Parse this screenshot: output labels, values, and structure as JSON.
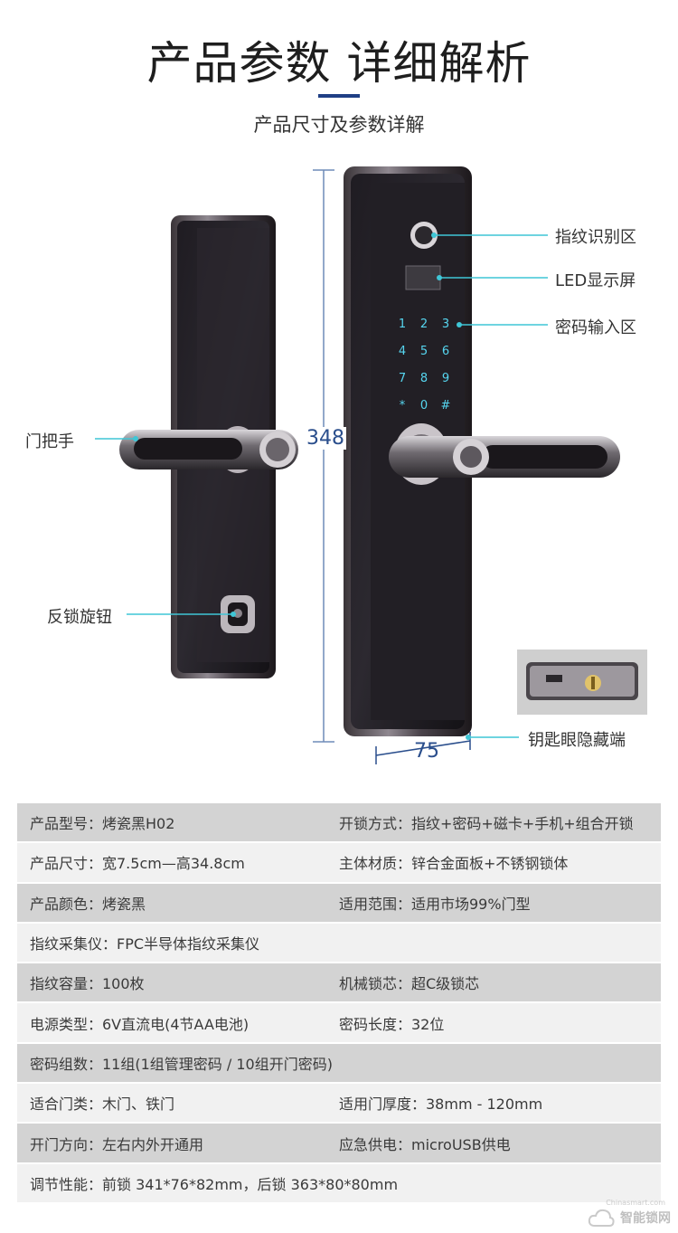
{
  "header": {
    "title": "产品参数 详细解析",
    "subtitle": "产品尺寸及参数详解"
  },
  "figure": {
    "callouts": {
      "fingerprint": "指纹识别区",
      "led": "LED显示屏",
      "keypad": "密码输入区",
      "handle": "门把手",
      "knob": "反锁旋钮",
      "keyhole": "钥匙眼隐藏端"
    },
    "dimensions": {
      "height": "348",
      "width": "75"
    },
    "keypad_keys": [
      "1",
      "2",
      "3",
      "4",
      "5",
      "6",
      "7",
      "8",
      "9",
      "*",
      "0",
      "#"
    ]
  },
  "specs": {
    "rows": [
      {
        "left": "产品型号：烤瓷黑H02",
        "right": "开锁方式：指纹+密码+磁卡+手机+组合开锁"
      },
      {
        "left": "产品尺寸：宽7.5cm—高34.8cm",
        "right": "主体材质：锌合金面板+不锈钢锁体"
      },
      {
        "left": "产品颜色：烤瓷黑",
        "right": "适用范围：适用市场99%门型"
      },
      {
        "full": "指纹采集仪：FPC半导体指纹采集仪"
      },
      {
        "left": "指纹容量：100枚",
        "right": "机械锁芯：超C级锁芯"
      },
      {
        "left": "电源类型：6V直流电(4节AA电池)",
        "right": "密码长度：32位"
      },
      {
        "full": "密码组数：11组(1组管理密码 / 10组开门密码)"
      },
      {
        "left": "适合门类：木门、铁门",
        "right": "适用门厚度：38mm - 120mm"
      },
      {
        "left": "开门方向：左右内外开通用",
        "right": "应急供电：microUSB供电"
      },
      {
        "full": "调节性能：前锁 341*76*82mm，后锁 363*80*80mm"
      }
    ]
  },
  "watermark": {
    "text": "智能锁网",
    "small": "Chinasmart.com"
  },
  "colors": {
    "accent": "#1f3f85",
    "callout_line": "#3fc6d6",
    "dimension": "#2a4e8c",
    "row_dark": "#d3d3d3",
    "row_light": "#f1f1f1"
  }
}
